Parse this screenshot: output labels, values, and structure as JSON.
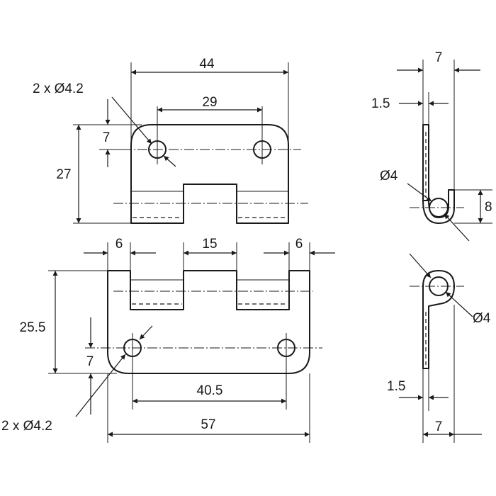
{
  "top_view": {
    "dims": {
      "overall_width": "44",
      "hole_spacing": "29",
      "hole_offset": "7",
      "height": "27"
    },
    "hole_callout": "2 x Ø4.2"
  },
  "bottom_view": {
    "dims": {
      "left_tab": "6",
      "middle_tab": "15",
      "right_tab": "6",
      "height": "25.5",
      "hole_offset": "7",
      "hole_spacing": "40.5",
      "overall_width": "57"
    },
    "hole_callout": "2 x Ø4.2"
  },
  "side_view_top": {
    "dims": {
      "overall_depth": "7",
      "thickness": "1.5",
      "pin_diameter": "Ø4",
      "knuckle_height": "8"
    }
  },
  "side_view_bottom": {
    "dims": {
      "pin_diameter": "Ø4",
      "thickness": "1.5",
      "overall_depth": "7"
    }
  }
}
